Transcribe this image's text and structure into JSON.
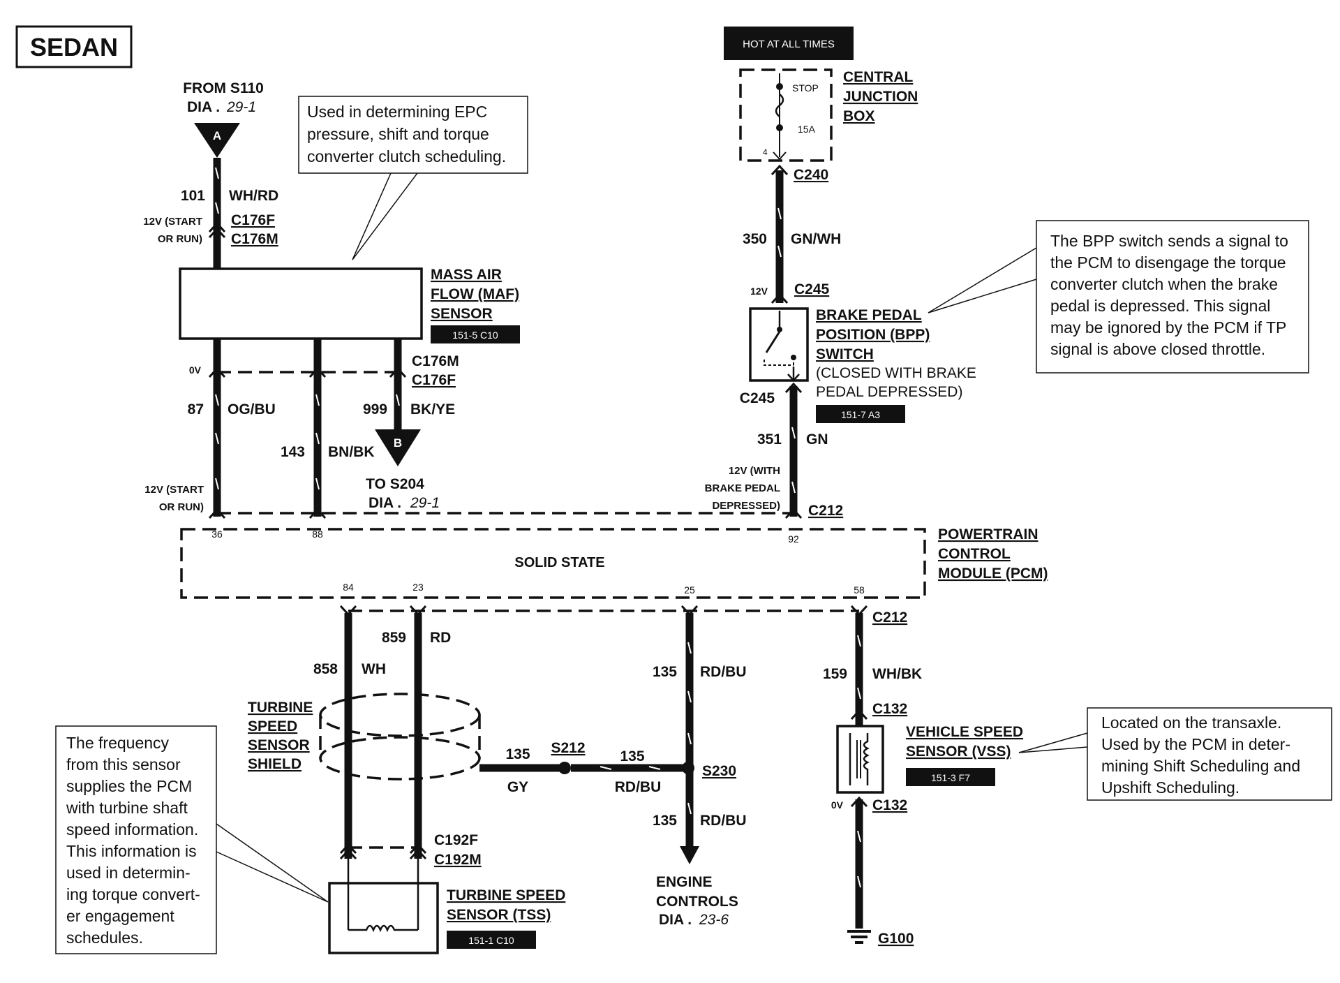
{
  "title": "SEDAN",
  "hot_at_all_times": "HOT AT ALL TIMES",
  "fuse": {
    "stop": "STOP",
    "rating": "15A",
    "pin": "4"
  },
  "cjb": [
    "CENTRAL",
    "JUNCTION",
    "BOX"
  ],
  "from_s110": {
    "line1": "FROM S110",
    "dia": "DIA .",
    "ref": "29-1",
    "marker": "A"
  },
  "to_s204": {
    "line1": "TO S204",
    "dia": "DIA .",
    "ref": "29-1",
    "marker": "B"
  },
  "maf": {
    "lines": [
      "MASS AIR",
      "FLOW (MAF)",
      "SENSOR"
    ],
    "ref": "151-5 C10"
  },
  "maf_note": [
    "Used in determining EPC",
    "pressure, shift and torque",
    "converter clutch scheduling."
  ],
  "bpp": {
    "lines": [
      "BRAKE PEDAL",
      "POSITION (BPP)",
      "SWITCH",
      "(CLOSED  WITH BRAKE",
      "PEDAL DEPRESSED)"
    ],
    "ref": "151-7 A3"
  },
  "bpp_note": [
    "The BPP switch sends a signal to",
    "the PCM to disengage the torque",
    "converter clutch when the brake",
    "pedal is depressed.  This signal",
    "may be ignored by the PCM if TP",
    "signal is above closed throttle."
  ],
  "pcm": {
    "lines": [
      "POWERTRAIN",
      "CONTROL",
      "MODULE (PCM)"
    ],
    "solid_state": "SOLID STATE"
  },
  "pins": {
    "p36": "36",
    "p88": "88",
    "p92": "92",
    "p84": "84",
    "p23": "23",
    "p25": "25",
    "p58": "58"
  },
  "connectors": {
    "c240": "C240",
    "c245a": "C245",
    "c245b": "C245",
    "c176f_top": "C176F",
    "c176m_top": "C176M",
    "c176m_bot": "C176M",
    "c176f_bot": "C176F",
    "c212a": "C212",
    "c212b": "C212",
    "c132a": "C132",
    "c132b": "C132",
    "c192f": "C192F",
    "c192m": "C192M"
  },
  "voltages": {
    "v12_start_run_top": [
      "12V (START",
      "OR RUN)"
    ],
    "v0_maf": "0V",
    "v12_start_run_bot": [
      "12V (START",
      "OR RUN)"
    ],
    "v12_bpp_top": "12V",
    "v12_brake": [
      "12V (WITH",
      "BRAKE PEDAL",
      "DEPRESSED)"
    ],
    "v0_vss": "0V"
  },
  "wires": {
    "w101": {
      "num": "101",
      "color": "WH/RD"
    },
    "w350": {
      "num": "350",
      "color": "GN/WH"
    },
    "w351": {
      "num": "351",
      "color": "GN"
    },
    "w87": {
      "num": "87",
      "color": "OG/BU"
    },
    "w143": {
      "num": "143",
      "color": "BN/BK"
    },
    "w999": {
      "num": "999",
      "color": "BK/YE"
    },
    "w858": {
      "num": "858",
      "color": "WH"
    },
    "w859": {
      "num": "859",
      "color": "RD"
    },
    "w135a": {
      "num": "135",
      "color": "RD/BU"
    },
    "w135gy": {
      "num": "135",
      "color": "GY"
    },
    "w135b": {
      "num": "135",
      "color": "RD/BU"
    },
    "w135c": {
      "num": "135",
      "color": "RD/BU"
    },
    "w159": {
      "num": "159",
      "color": "WH/BK"
    }
  },
  "splices": {
    "s212": "S212",
    "s230": "S230"
  },
  "shield": [
    "TURBINE",
    "SPEED",
    "SENSOR",
    "SHIELD"
  ],
  "tss": {
    "lines": [
      "TURBINE SPEED",
      "SENSOR (TSS)"
    ],
    "ref": "151-1 C10"
  },
  "tss_note": [
    "The frequency",
    "from this sensor",
    "supplies the PCM",
    "with turbine shaft",
    "speed information.",
    "This information is",
    "used in determin-",
    "ing torque convert-",
    "er engagement",
    "schedules."
  ],
  "engine_controls": {
    "lines": [
      "ENGINE",
      "CONTROLS"
    ],
    "dia": "DIA .",
    "ref": "23-6"
  },
  "vss": {
    "lines": [
      "VEHICLE SPEED",
      "SENSOR (VSS)"
    ],
    "ref": "151-3 F7"
  },
  "vss_note": [
    "Located on the transaxle.",
    "Used by the PCM in deter-",
    "mining Shift Scheduling and",
    "Upshift Scheduling."
  ],
  "ground": "G100"
}
